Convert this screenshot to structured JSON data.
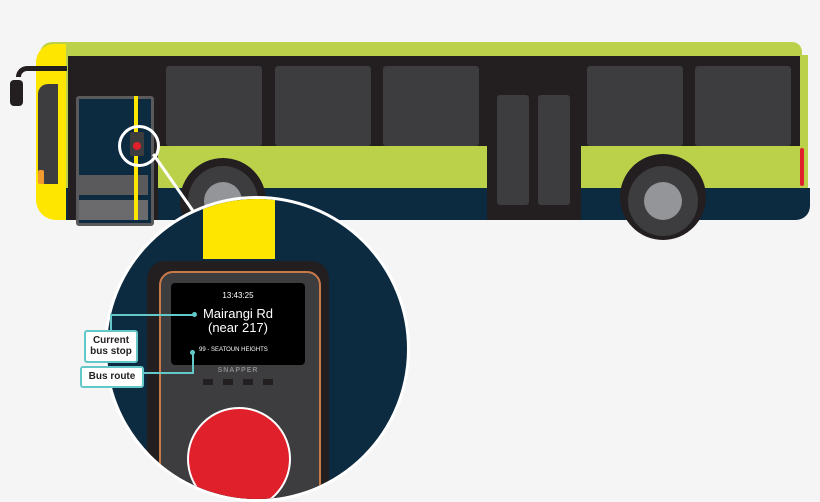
{
  "diagram": {
    "colors": {
      "bus_green": "#bcd14a",
      "bus_yellow": "#ffe600",
      "bus_navy": "#0c2a40",
      "dark": "#231f20",
      "window": "#3d3d3f",
      "callout_teal": "#64c8c8",
      "tap_red": "#e0202b"
    },
    "device": {
      "time": "13:43:25",
      "stop_line1": "Mairangi Rd",
      "stop_line2": "(near 217)",
      "route": "99 - SEATOUN HEIGHTS",
      "brand": "SNAPPER"
    },
    "callouts": {
      "current_stop_line1": "Current",
      "current_stop_line2": "bus stop",
      "bus_route": "Bus route"
    }
  }
}
